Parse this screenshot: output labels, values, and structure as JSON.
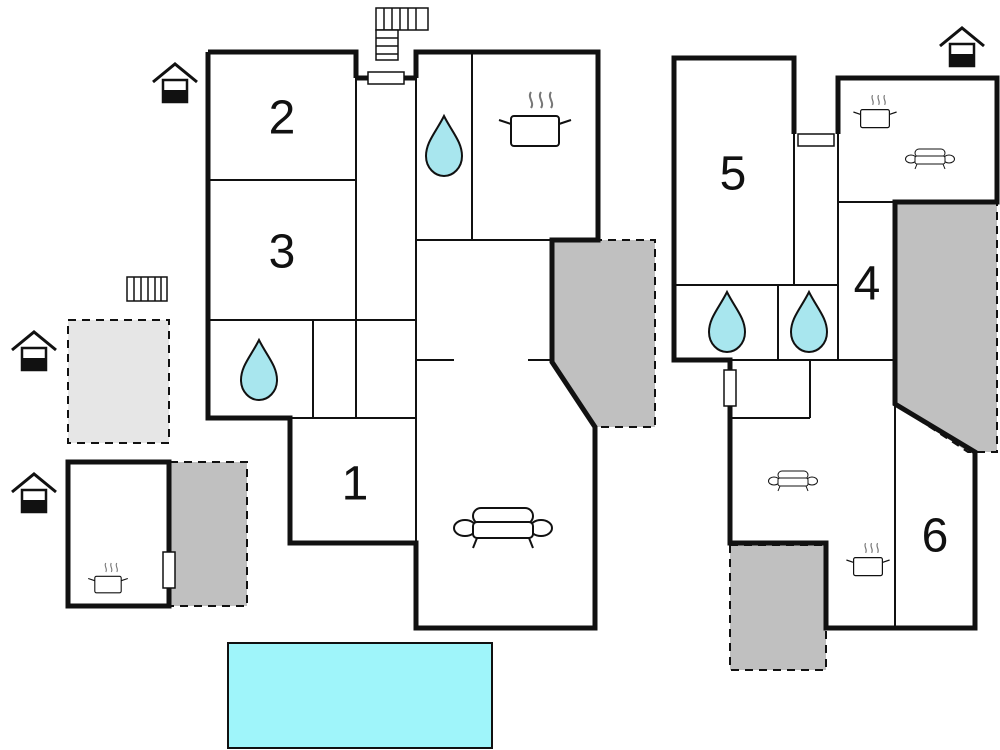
{
  "rooms": [
    {
      "id": "room-1",
      "number": "1"
    },
    {
      "id": "room-2",
      "number": "2"
    },
    {
      "id": "room-3",
      "number": "3"
    },
    {
      "id": "room-4",
      "number": "4"
    },
    {
      "id": "room-5",
      "number": "5"
    },
    {
      "id": "room-6",
      "number": "6"
    }
  ],
  "colors": {
    "wall": "#111111",
    "terrace": "#c0c0c0",
    "carport": "#e6e6e6",
    "pool": "#9ff5fa",
    "water": "#a8e6ee",
    "background": "#ffffff"
  },
  "icons": [
    "bathroom-water-drop-icon",
    "kitchen-pot-icon",
    "living-sofa-icon",
    "entrance-house-icon",
    "staircase-icon"
  ]
}
